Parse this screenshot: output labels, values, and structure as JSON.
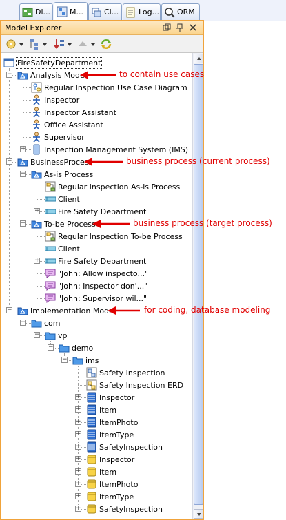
{
  "tabs": [
    {
      "label": "Di...",
      "icon": "diagram-navigator-icon"
    },
    {
      "label": "M...",
      "icon": "model-explorer-icon"
    },
    {
      "label": "Cl...",
      "icon": "class-repository-icon"
    },
    {
      "label": "Log...",
      "icon": "log-icon"
    },
    {
      "label": "ORM",
      "icon": "orm-icon"
    }
  ],
  "panel": {
    "title": "Model Explorer"
  },
  "tree": {
    "root": "FireSafetyDepartment",
    "analysis_model": "Analysis Model",
    "uc_diagram": "Regular Inspection Use Case Diagram",
    "inspector_actor": "Inspector",
    "inspector_assistant": "Inspector Assistant",
    "office_assistant": "Office Assistant",
    "supervisor": "Supervisor",
    "ims_system": "Inspection Management System (IMS)",
    "business_process": "BusinessProcess",
    "as_is": "As-is Process",
    "as_is_diagram": "Regular Inspection As-is Process",
    "client_1": "Client",
    "fsd_1": "Fire Safety Department",
    "to_be": "To-be Process",
    "to_be_diagram": "Regular Inspection To-be Process",
    "client_2": "Client",
    "fsd_2": "Fire Safety Department",
    "comment_1": "\"John: Allow inspecto...\"",
    "comment_2": "\"John: Inspector don'...\"",
    "comment_3": "\"John: Supervisor wil...\"",
    "impl_model": "Implementation Model",
    "pkg_com": "com",
    "pkg_vp": "vp",
    "pkg_demo": "demo",
    "pkg_ims": "ims",
    "safety_inspection_diag": "Safety Inspection",
    "safety_inspection_erd": "Safety Inspection ERD",
    "cls_inspector": "Inspector",
    "cls_item": "Item",
    "cls_itemphoto": "ItemPhoto",
    "cls_itemtype": "ItemType",
    "cls_safetyinspection": "SafetyInspection",
    "ent_inspector": "Inspector",
    "ent_item": "Item",
    "ent_itemphoto": "ItemPhoto",
    "ent_itemtype": "ItemType",
    "ent_safetyinspection": "SafetyInspection"
  },
  "annotations": {
    "analysis": "to contain use cases",
    "business_current": "business process (current process)",
    "business_target": "business process (target process)",
    "implementation": "for coding, database modeling"
  },
  "colors": {
    "annotation": "#e00000",
    "panel_border": "#f0a33a",
    "title_gradient_end": "#fbd58d"
  }
}
